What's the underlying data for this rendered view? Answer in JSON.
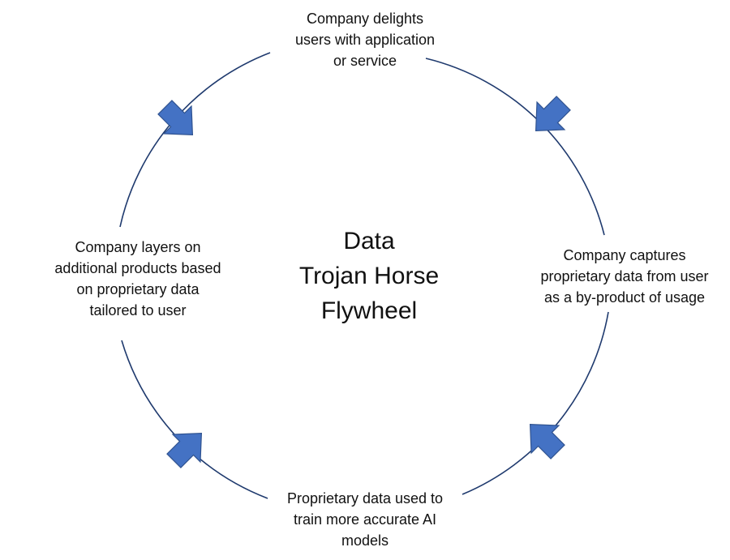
{
  "diagram": {
    "title_lines": [
      "Data",
      "Trojan Horse",
      "Flywheel"
    ],
    "steps": [
      {
        "id": "top",
        "text": "Company delights\nusers with application\nor service"
      },
      {
        "id": "right",
        "text": "Company captures\nproprietary data from user\nas a by-product of usage"
      },
      {
        "id": "bottom",
        "text": "Proprietary data used to\ntrain more accurate AI\nmodels"
      },
      {
        "id": "left",
        "text": "Company layers on\nadditional products based\non proprietary data\ntailored to user"
      }
    ],
    "colors": {
      "circle_stroke": "#1F3A6E",
      "arrow_fill": "#4472C4",
      "arrow_stroke": "#2F528F"
    },
    "direction": "clockwise"
  }
}
